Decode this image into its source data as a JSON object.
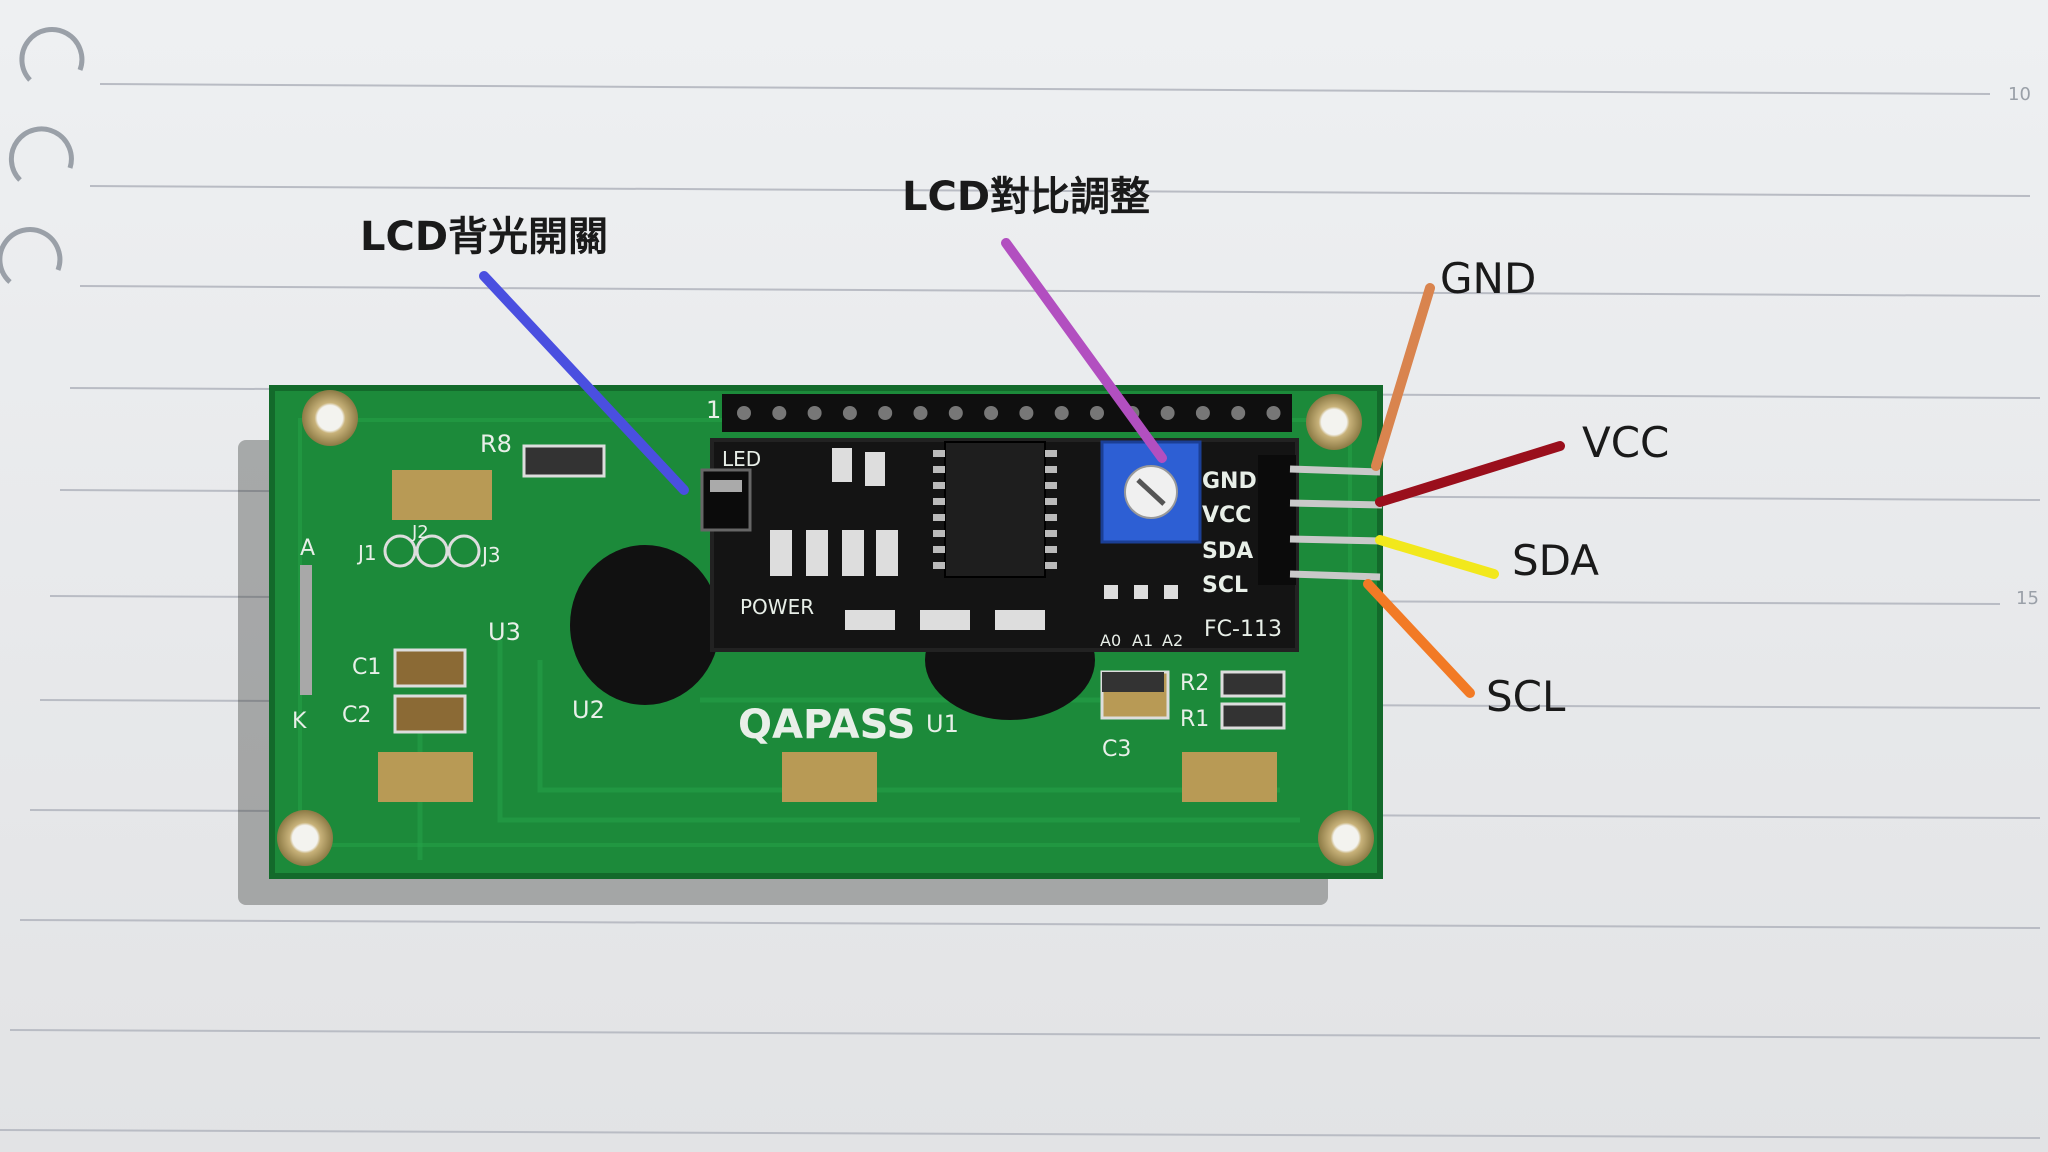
{
  "annotations": {
    "backlight_switch": "LCD背光開關",
    "contrast_adjust": "LCD對比調整",
    "gnd": "GND",
    "vcc": "VCC",
    "sda": "SDA",
    "scl": "SCL"
  },
  "board_text": {
    "brand": "QAPASS",
    "module_model": "FC-113",
    "led": "LED",
    "power": "POWER",
    "pin_gnd": "GND",
    "pin_vcc": "VCC",
    "pin_sda": "SDA",
    "pin_scl": "SCL",
    "a0": "A0",
    "a1": "A1",
    "a2": "A2",
    "r1": "R1",
    "r2": "R2",
    "r8": "R8",
    "c1": "C1",
    "c2": "C2",
    "c3": "C3",
    "u1": "U1",
    "u2": "U2",
    "u3": "U3",
    "j1": "J1",
    "j2": "J2",
    "j3": "J3",
    "a": "A",
    "k": "K",
    "pin1": "1"
  },
  "ruler": {
    "mark_10": "10",
    "mark_15": "15"
  },
  "colors": {
    "pcb_green": "#1c8a3a",
    "module_black": "#141414",
    "line_backlight": "#4a4fe0",
    "line_contrast": "#b24fc0",
    "line_gnd": "#d9844e",
    "line_vcc": "#9a0f1c",
    "line_sda": "#f2e81c",
    "line_scl": "#f27a25"
  }
}
